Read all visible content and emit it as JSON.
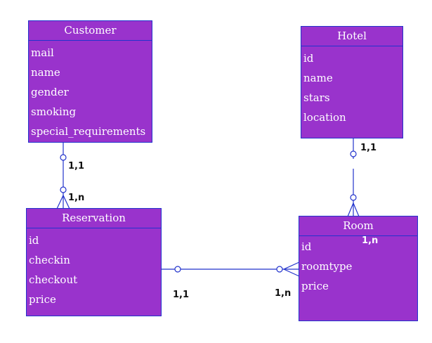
{
  "entities": {
    "customer": {
      "name": "Customer",
      "attributes": [
        "mail",
        "name",
        "gender",
        "smoking",
        "special_requirements"
      ]
    },
    "hotel": {
      "name": "Hotel",
      "attributes": [
        "id",
        "name",
        "stars",
        "location"
      ]
    },
    "reservation": {
      "name": "Reservation",
      "attributes": [
        "id",
        "checkin",
        "checkout",
        "price"
      ]
    },
    "room": {
      "name": "Room",
      "attributes": [
        "id",
        "roomtype",
        "price"
      ]
    }
  },
  "relationships": {
    "customer_reservation": {
      "customer_side": "1,1",
      "reservation_side": "1,n"
    },
    "hotel_room": {
      "hotel_side": "1,1",
      "room_side": "1,n"
    },
    "reservation_room": {
      "reservation_side": "1,1",
      "room_side": "1,n"
    }
  },
  "colors": {
    "entity_fill": "#9933cc",
    "entity_border": "#2233cc",
    "line": "#2233cc"
  }
}
